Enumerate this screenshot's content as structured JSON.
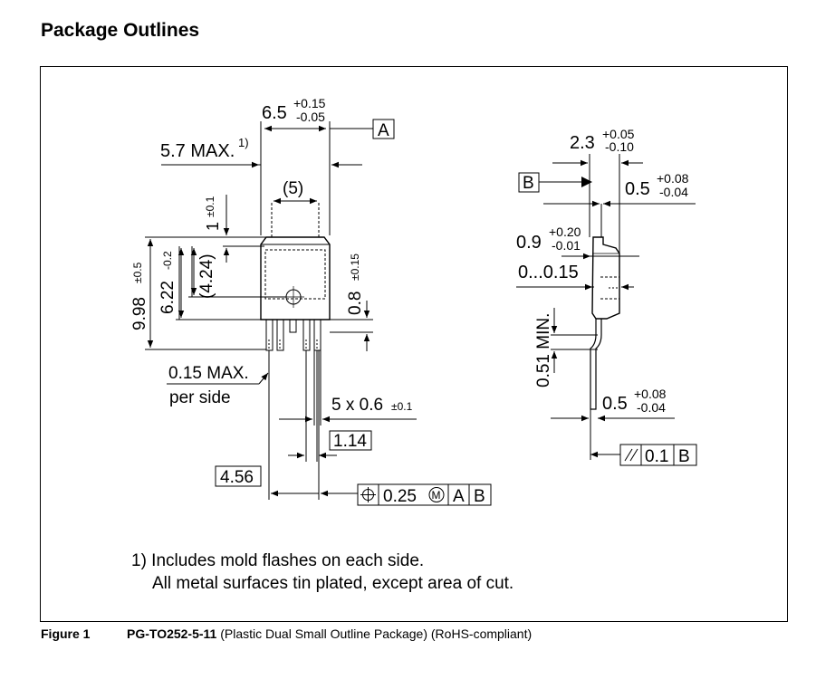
{
  "heading": "Package Outlines",
  "drawing": {
    "front": {
      "dim_width": "6.5",
      "dim_width_tol_plus": "+0.15",
      "dim_width_tol_minus": "-0.05",
      "datum_a": "A",
      "dim_max": "5.7 MAX.",
      "dim_max_note": "1)",
      "dim_tab": "(5)",
      "dim_1": "1",
      "dim_1_tol": "±0.1",
      "dim_998": "9.98",
      "dim_998_tol": "±0.5",
      "dim_622": "6.22",
      "dim_622_tol": "-0.2",
      "dim_424": "(4.24)",
      "dim_08": "0.8",
      "dim_08_tol": "±0.15",
      "dim_015max": "0.15 MAX.",
      "dim_015max_2": "per side",
      "dim_lead": "5 x 0.6",
      "dim_lead_tol": "±0.1",
      "dim_114": "1.14",
      "dim_456": "4.56",
      "fcf_value": "0.25",
      "fcf_modifier": "M",
      "fcf_a": "A",
      "fcf_b": "B"
    },
    "side": {
      "dim_23": "2.3",
      "dim_23_tol_plus": "+0.05",
      "dim_23_tol_minus": "-0.10",
      "datum_b": "B",
      "dim_05_top": "0.5",
      "dim_05_top_tol_plus": "+0.08",
      "dim_05_top_tol_minus": "-0.04",
      "dim_09": "0.9",
      "dim_09_tol_plus": "+0.20",
      "dim_09_tol_minus": "-0.01",
      "dim_0015": "0...0.15",
      "dim_051": "0.51 MIN.",
      "dim_05_bot": "0.5",
      "dim_05_bot_tol_plus": "+0.08",
      "dim_05_bot_tol_minus": "-0.04",
      "fcf_value": "0.1",
      "fcf_b": "B"
    }
  },
  "notes": {
    "line1": "1) Includes mold flashes on each side.",
    "line2": "All metal surfaces tin plated, except area of cut."
  },
  "caption": {
    "figure": "Figure 1",
    "package": "PG-TO252-5-11",
    "description": " (Plastic Dual Small Outline Package) (RoHS-compliant)"
  }
}
